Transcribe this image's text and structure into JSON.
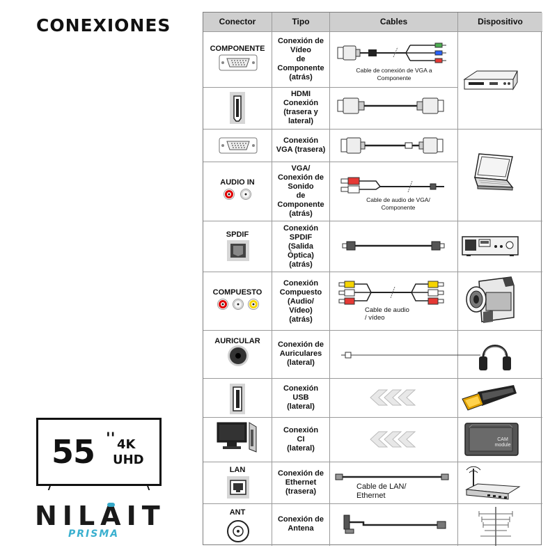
{
  "title": "CONEXIONES",
  "tv": {
    "size": "55",
    "inch_mark": "''",
    "resolution": "4K",
    "uhd": "UHD"
  },
  "brand": {
    "name": "NILAIT",
    "sub": "PRISMA"
  },
  "table": {
    "headers": [
      "Conector",
      "Tipo",
      "Cables",
      "Dispositivo"
    ],
    "rows": [
      {
        "connector": "COMPONENTE",
        "type": [
          "Conexión de",
          "Vídeo",
          "de",
          "Componente",
          "(atrás)"
        ],
        "cable_caption": [
          "Cable de conexión de VGA a",
          "Componente"
        ],
        "device": "dvd-player"
      },
      {
        "connector": "",
        "type": [
          "HDMI",
          "Conexión",
          "(trasera y",
          "lateral)"
        ],
        "cable_caption": [],
        "device": ""
      },
      {
        "connector": "",
        "type": [
          "Conexión",
          "VGA (trasera)"
        ],
        "cable_caption": [],
        "device": "laptop"
      },
      {
        "connector": "AUDIO IN",
        "type": [
          "VGA/",
          "Conexión de",
          "Sonido",
          "de",
          "Componente",
          "(atrás)"
        ],
        "cable_caption": [
          "Cable de audio de VGA/",
          "Componente"
        ],
        "device": ""
      },
      {
        "connector": "SPDIF",
        "type": [
          "Conexión",
          "SPDIF",
          "(Salida",
          "Óptica)",
          "(atrás)"
        ],
        "cable_caption": [],
        "device": "audio-receiver"
      },
      {
        "connector": "COMPUESTO",
        "type": [
          "Conexión",
          "Compuesto",
          "(Audio/",
          "Vídeo)",
          "(atrás)"
        ],
        "cable_caption": [
          "Cable de audio",
          "/ vídeo"
        ],
        "device": "camcorder"
      },
      {
        "connector": "AURICULAR",
        "type": [
          "Conexión de",
          "Auriculares",
          "(lateral)"
        ],
        "cable_caption": [],
        "device": "headphones"
      },
      {
        "connector": "",
        "type": [
          "Conexión",
          "USB",
          "(lateral)"
        ],
        "cable_caption": [],
        "device": "usb-stick"
      },
      {
        "connector": "",
        "type": [
          "Conexión",
          "CI",
          "(lateral)"
        ],
        "cable_caption": [],
        "device": "cam-module",
        "device_label": [
          "CAM",
          "module"
        ]
      },
      {
        "connector": "LAN",
        "type": [
          "Conexión de",
          "Ethernet",
          "(trasera)"
        ],
        "cable_caption": [
          "Cable de LAN/",
          "Ethernet"
        ],
        "device": "router"
      },
      {
        "connector": "ANT",
        "type": [
          "Conexión de",
          "Antena"
        ],
        "cable_caption": [],
        "device": "antenna"
      }
    ]
  }
}
